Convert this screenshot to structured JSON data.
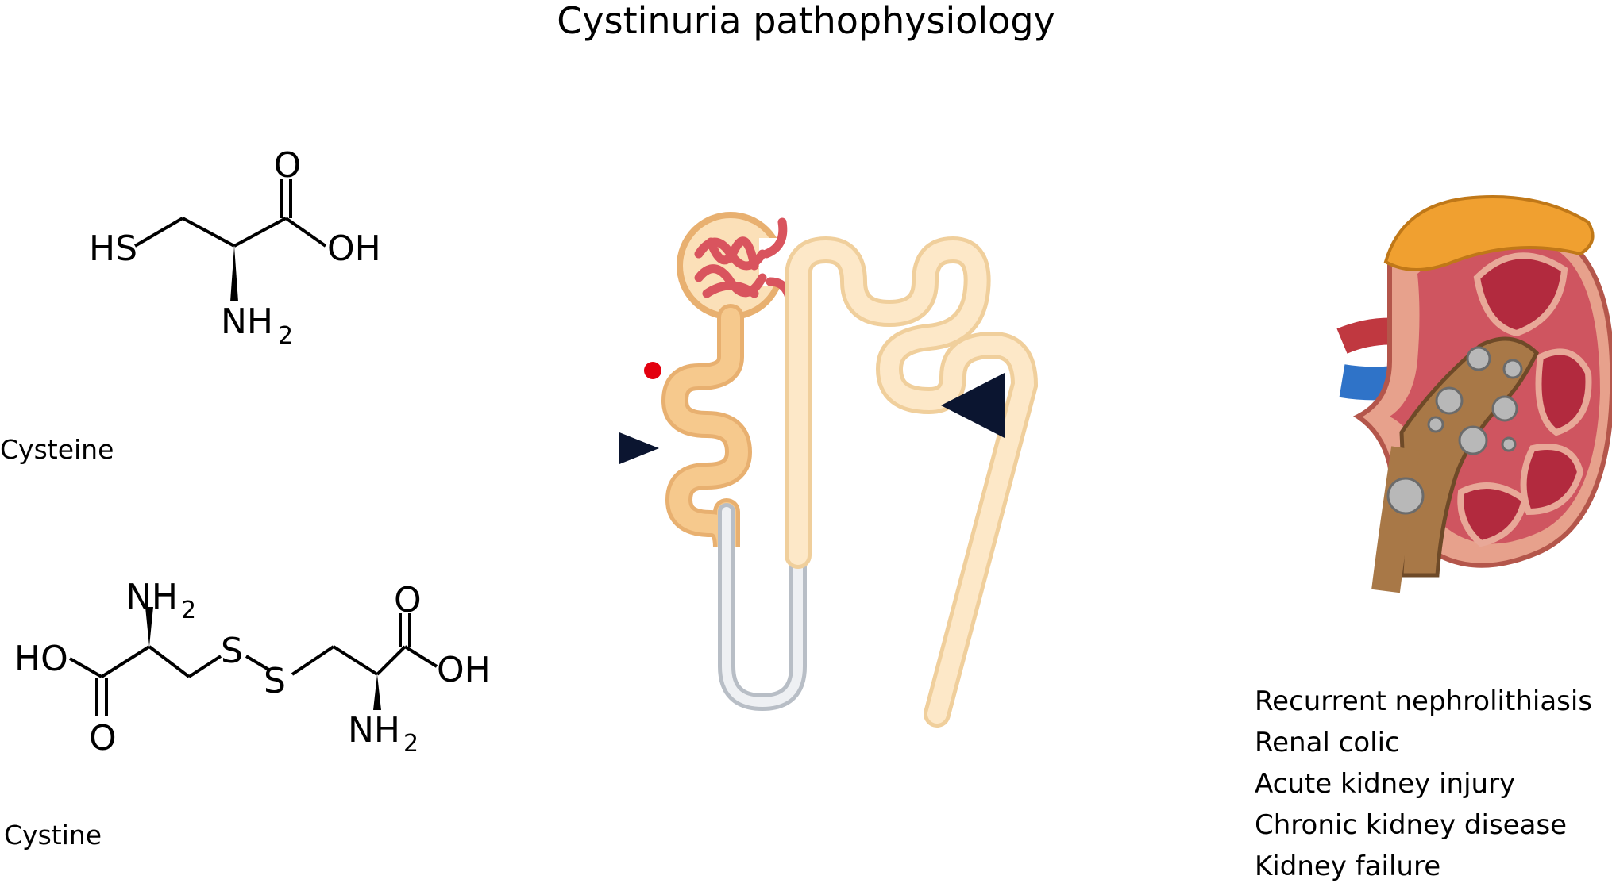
{
  "title": "Cystinuria pathophysiology",
  "molecules": {
    "cysteine": {
      "label": "Cysteine",
      "atoms": {
        "o": "O",
        "hs": "HS",
        "oh": "OH",
        "nh": "NH",
        "sub2": "2"
      }
    },
    "cystine": {
      "label": "Cystine",
      "atoms": {
        "nh_left": "NH",
        "sub_left": "2",
        "ho": "HO",
        "o_left": "O",
        "s1": "S",
        "s2": "S",
        "o_right": "O",
        "oh": "OH",
        "nh_right": "NH",
        "sub_right": "2"
      }
    }
  },
  "outcomes": [
    "Recurrent nephrolithiasis",
    "Renal colic",
    "Acute kidney injury",
    "Chronic kidney disease",
    "Kidney failure"
  ],
  "colors": {
    "tubule": "#f6c98d",
    "tubule_light": "#fde8c8",
    "loop": "#d9dde2",
    "glomerulus": "#d9545e",
    "marker": "#e3000f",
    "arrow": "#0b1530",
    "kidney_cortex": "#e7a18c",
    "kidney_medulla": "#c7384a",
    "adrenal": "#f0a030",
    "ureter": "#a87847",
    "stone": "#b8b8b8",
    "vein": "#2f73c8",
    "artery": "#c03840"
  }
}
